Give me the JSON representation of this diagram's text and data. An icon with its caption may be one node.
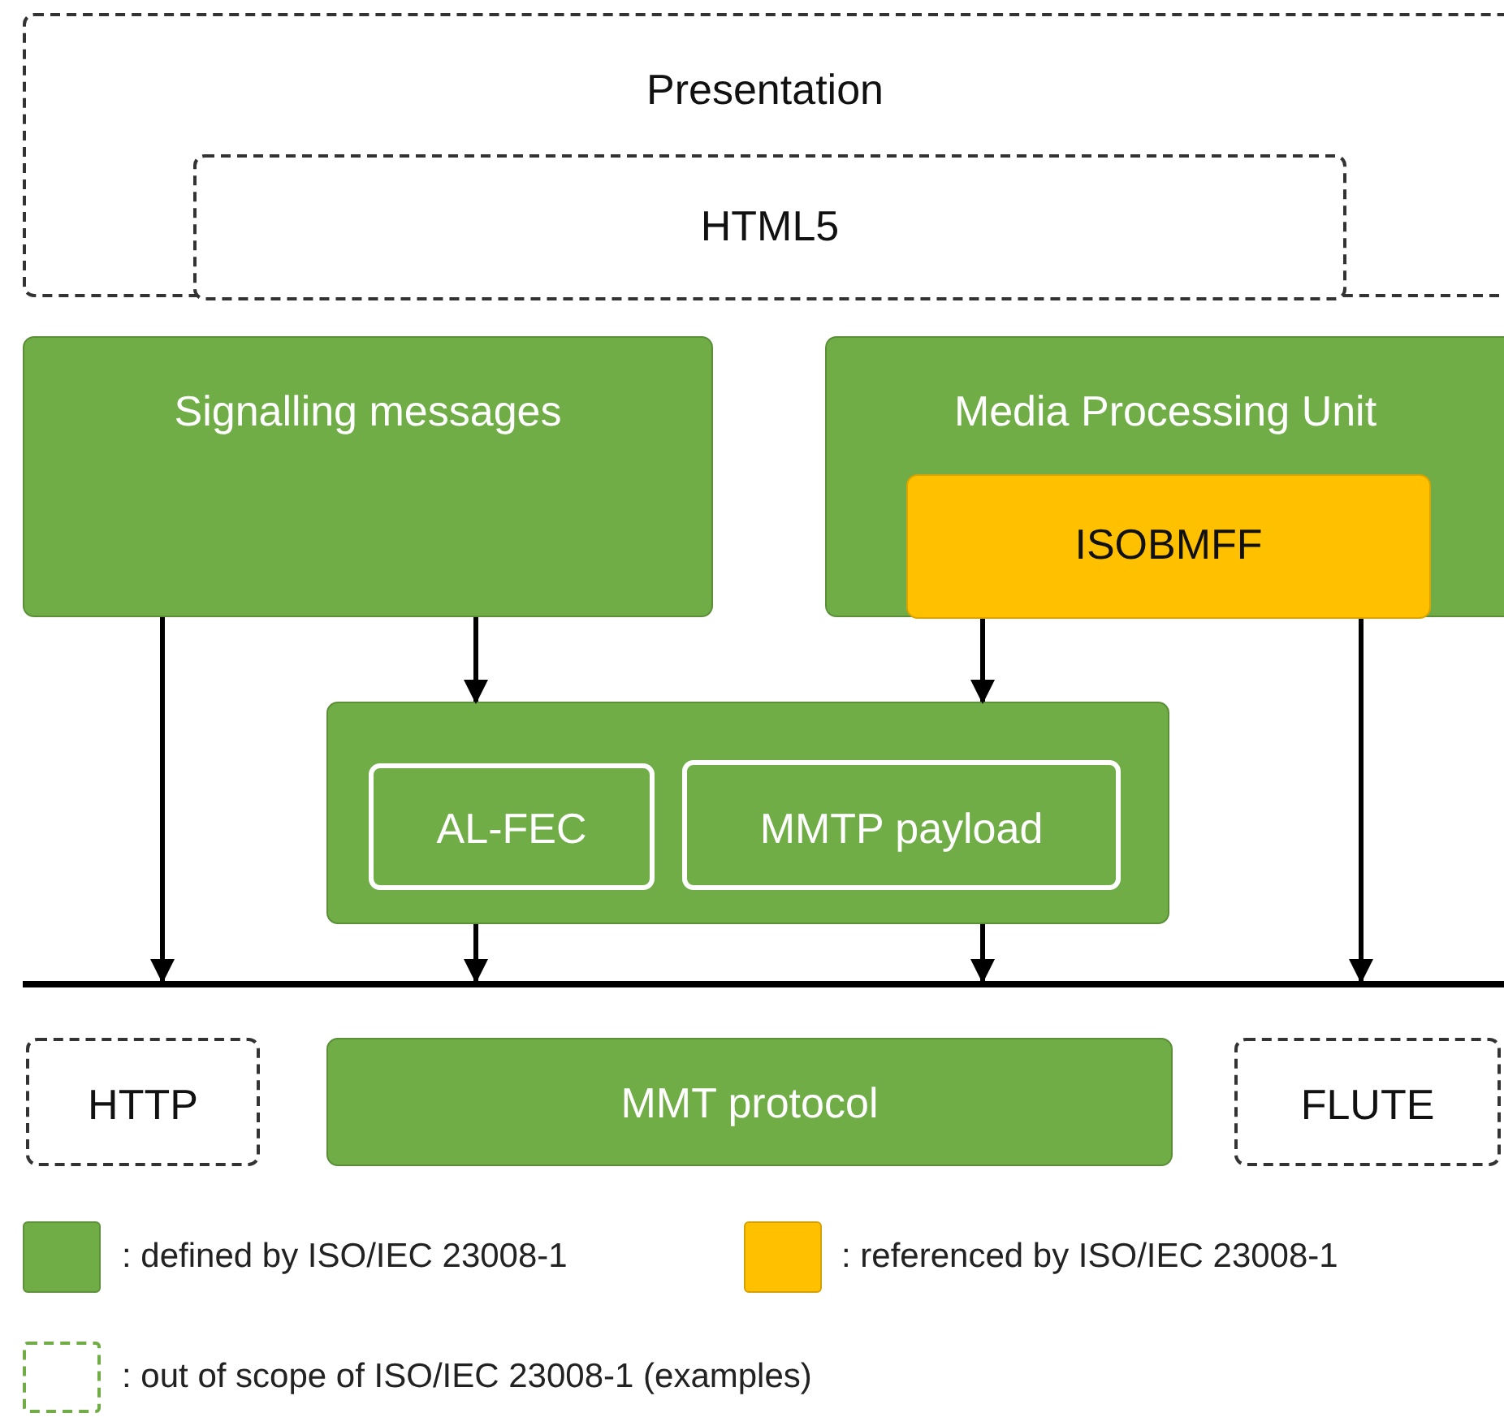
{
  "diagram": {
    "nodes": [
      {
        "text": [
          "Presentation"
        ]
      },
      {
        "text": [
          "HTML5"
        ],
        "in": 0
      },
      {
        "text": [
          "Signalling messages"
        ]
      },
      {
        "text": [
          "Media Processing Unit"
        ]
      },
      {
        "text": [
          "ISOBMFF"
        ],
        "in": 3
      },
      {
        "text": [],
        "shape": "box"
      },
      {
        "text": [
          "AL-FEC"
        ],
        "in": 5
      },
      {
        "text": [
          "MMTP payload"
        ],
        "in": 5
      },
      {
        "text": [],
        "shape": "bar"
      },
      {
        "text": [
          "HTTP"
        ]
      },
      {
        "text": [
          "MMT protocol"
        ]
      },
      {
        "text": [
          "FLUTE"
        ]
      }
    ],
    "edges": [
      {
        "from": 2,
        "to": 8,
        "arrow": "to"
      },
      {
        "from": 2,
        "to": 5,
        "arrow": "to"
      },
      {
        "from": 4,
        "to": 5,
        "arrow": "to"
      },
      {
        "from": 5,
        "to": 8,
        "arrow": "to"
      },
      {
        "from": 5,
        "to": 8,
        "arrow": "to"
      },
      {
        "from": 4,
        "to": 8,
        "arrow": "to"
      }
    ],
    "legend": [
      {
        "text": ": defined by ISO/IEC 23008-1",
        "color": "#70ad47"
      },
      {
        "text": ": referenced by ISO/IEC 23008-1",
        "color": "#ffc000"
      },
      {
        "text": ": out of scope of ISO/IEC 23008-1 (examples)"
      }
    ]
  }
}
